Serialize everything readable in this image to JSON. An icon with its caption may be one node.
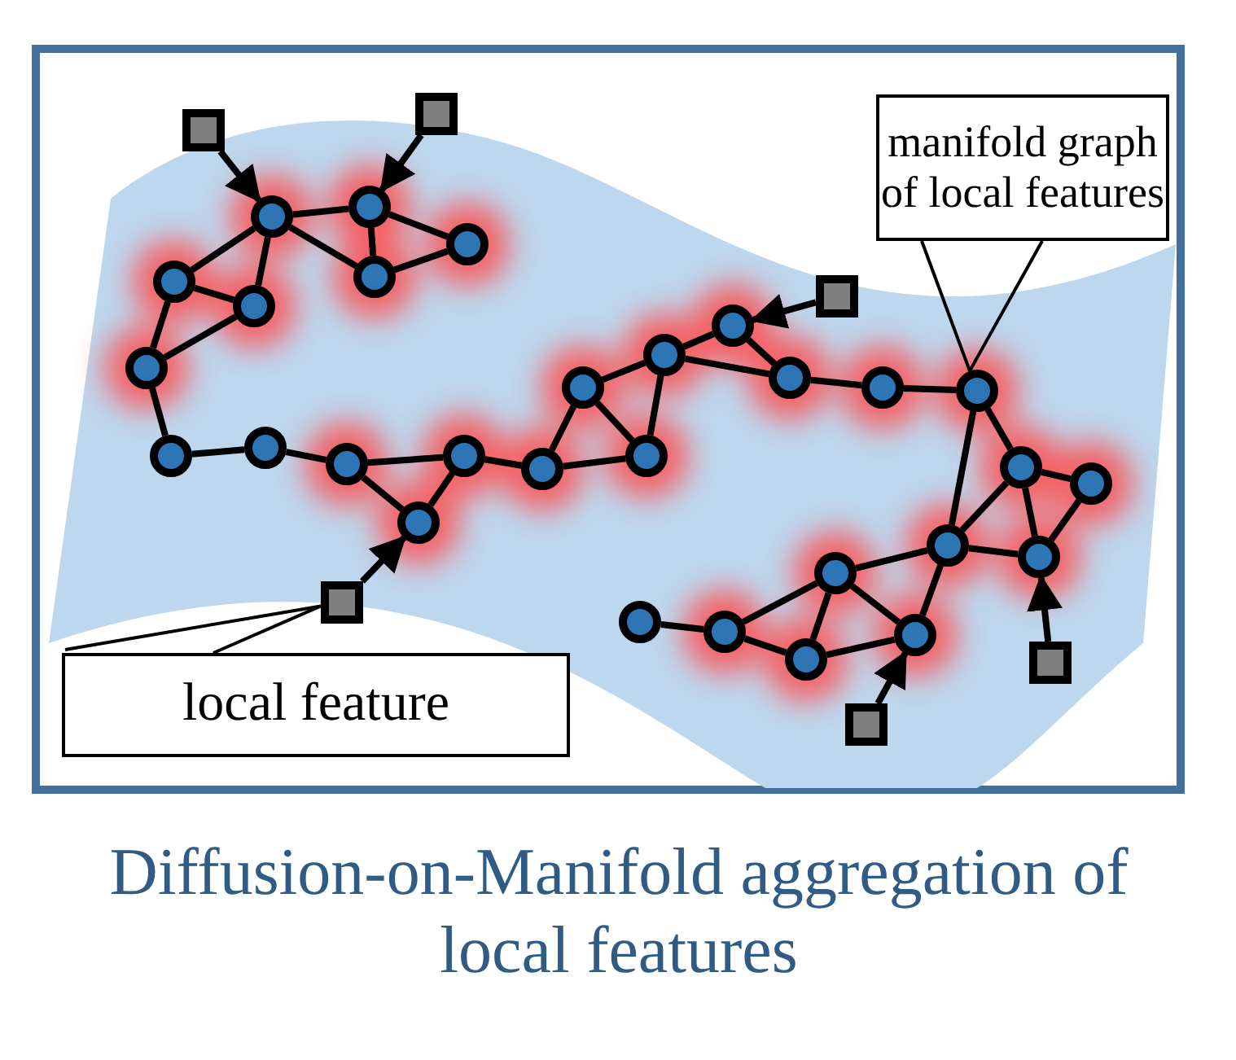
{
  "diagram": {
    "caption": "Diffusion-on-Manifold aggregation of local features",
    "nodes": [
      {
        "text": [
          "manifold graph of local features"
        ]
      },
      {
        "text": [],
        "shape": "circle"
      },
      {
        "text": [],
        "shape": "circle"
      },
      {
        "text": [],
        "shape": "circle"
      },
      {
        "text": [],
        "shape": "circle"
      },
      {
        "text": [],
        "shape": "circle"
      },
      {
        "text": [],
        "shape": "circle"
      },
      {
        "text": [],
        "shape": "circle"
      },
      {
        "text": [],
        "shape": "circle"
      },
      {
        "text": [],
        "shape": "circle"
      },
      {
        "text": [],
        "shape": "circle"
      },
      {
        "text": [],
        "shape": "circle"
      },
      {
        "text": [],
        "shape": "circle"
      },
      {
        "text": [],
        "shape": "circle"
      },
      {
        "text": [],
        "shape": "circle"
      },
      {
        "text": [],
        "shape": "circle"
      },
      {
        "text": [],
        "shape": "circle"
      },
      {
        "text": [],
        "shape": "circle"
      },
      {
        "text": [],
        "shape": "circle"
      },
      {
        "text": [],
        "shape": "circle"
      },
      {
        "text": [],
        "shape": "circle"
      },
      {
        "text": [],
        "shape": "circle"
      },
      {
        "text": [],
        "shape": "circle"
      },
      {
        "text": [],
        "shape": "circle"
      },
      {
        "text": [],
        "shape": "circle"
      },
      {
        "text": [],
        "shape": "circle"
      },
      {
        "text": [],
        "shape": "circle"
      },
      {
        "text": [],
        "shape": "circle"
      },
      {
        "text": [],
        "shape": "circle"
      },
      {
        "text": [],
        "shape": "circle"
      },
      {
        "text": [],
        "shape": "box"
      },
      {
        "text": [],
        "shape": "box"
      },
      {
        "text": [],
        "shape": "box"
      },
      {
        "text": [],
        "shape": "box"
      },
      {
        "text": [],
        "shape": "box"
      },
      {
        "text": [],
        "shape": "box"
      },
      {
        "text": [
          "local feature"
        ]
      }
    ],
    "edges": [
      {
        "from": 1,
        "to": 2,
        "arrow": "none"
      },
      {
        "from": 1,
        "to": 5,
        "arrow": "none"
      },
      {
        "from": 1,
        "to": 6,
        "arrow": "none"
      },
      {
        "from": 1,
        "to": 4,
        "arrow": "none"
      },
      {
        "from": 5,
        "to": 6,
        "arrow": "none"
      },
      {
        "from": 2,
        "to": 4,
        "arrow": "none"
      },
      {
        "from": 2,
        "to": 3,
        "arrow": "none"
      },
      {
        "from": 4,
        "to": 3,
        "arrow": "none"
      },
      {
        "from": 5,
        "to": 7,
        "arrow": "none"
      },
      {
        "from": 6,
        "to": 7,
        "arrow": "none"
      },
      {
        "from": 7,
        "to": 8,
        "arrow": "none"
      },
      {
        "from": 8,
        "to": 9,
        "arrow": "none"
      },
      {
        "from": 9,
        "to": 10,
        "arrow": "none"
      },
      {
        "from": 10,
        "to": 11,
        "arrow": "none"
      },
      {
        "from": 10,
        "to": 12,
        "arrow": "none"
      },
      {
        "from": 11,
        "to": 12,
        "arrow": "none"
      },
      {
        "from": 11,
        "to": 13,
        "arrow": "none"
      },
      {
        "from": 13,
        "to": 14,
        "arrow": "none"
      },
      {
        "from": 13,
        "to": 15,
        "arrow": "none"
      },
      {
        "from": 14,
        "to": 15,
        "arrow": "none"
      },
      {
        "from": 14,
        "to": 16,
        "arrow": "none"
      },
      {
        "from": 16,
        "to": 15,
        "arrow": "none"
      },
      {
        "from": 16,
        "to": 17,
        "arrow": "none"
      },
      {
        "from": 16,
        "to": 18,
        "arrow": "none"
      },
      {
        "from": 17,
        "to": 18,
        "arrow": "none"
      },
      {
        "from": 18,
        "to": 19,
        "arrow": "none"
      },
      {
        "from": 19,
        "to": 20,
        "arrow": "none"
      },
      {
        "from": 20,
        "to": 21,
        "arrow": "none"
      },
      {
        "from": 20,
        "to": 23,
        "arrow": "none"
      },
      {
        "from": 21,
        "to": 22,
        "arrow": "none"
      },
      {
        "from": 21,
        "to": 23,
        "arrow": "none"
      },
      {
        "from": 21,
        "to": 24,
        "arrow": "none"
      },
      {
        "from": 22,
        "to": 24,
        "arrow": "none"
      },
      {
        "from": 23,
        "to": 24,
        "arrow": "none"
      },
      {
        "from": 23,
        "to": 25,
        "arrow": "none"
      },
      {
        "from": 23,
        "to": 29,
        "arrow": "none"
      },
      {
        "from": 25,
        "to": 27,
        "arrow": "none"
      },
      {
        "from": 25,
        "to": 28,
        "arrow": "none"
      },
      {
        "from": 25,
        "to": 29,
        "arrow": "none"
      },
      {
        "from": 26,
        "to": 27,
        "arrow": "none"
      },
      {
        "from": 27,
        "to": 28,
        "arrow": "none"
      },
      {
        "from": 28,
        "to": 29,
        "arrow": "none"
      },
      {
        "from": 30,
        "to": 1,
        "arrow": "to"
      },
      {
        "from": 31,
        "to": 2,
        "arrow": "to"
      },
      {
        "from": 32,
        "to": 17,
        "arrow": "to"
      },
      {
        "from": 33,
        "to": 12,
        "arrow": "to"
      },
      {
        "from": 34,
        "to": 29,
        "arrow": "to"
      },
      {
        "from": 35,
        "to": 24,
        "arrow": "to"
      },
      {
        "from": 0,
        "to": 20,
        "arrow": "none"
      },
      {
        "from": 36,
        "to": 33,
        "arrow": "none"
      }
    ]
  }
}
